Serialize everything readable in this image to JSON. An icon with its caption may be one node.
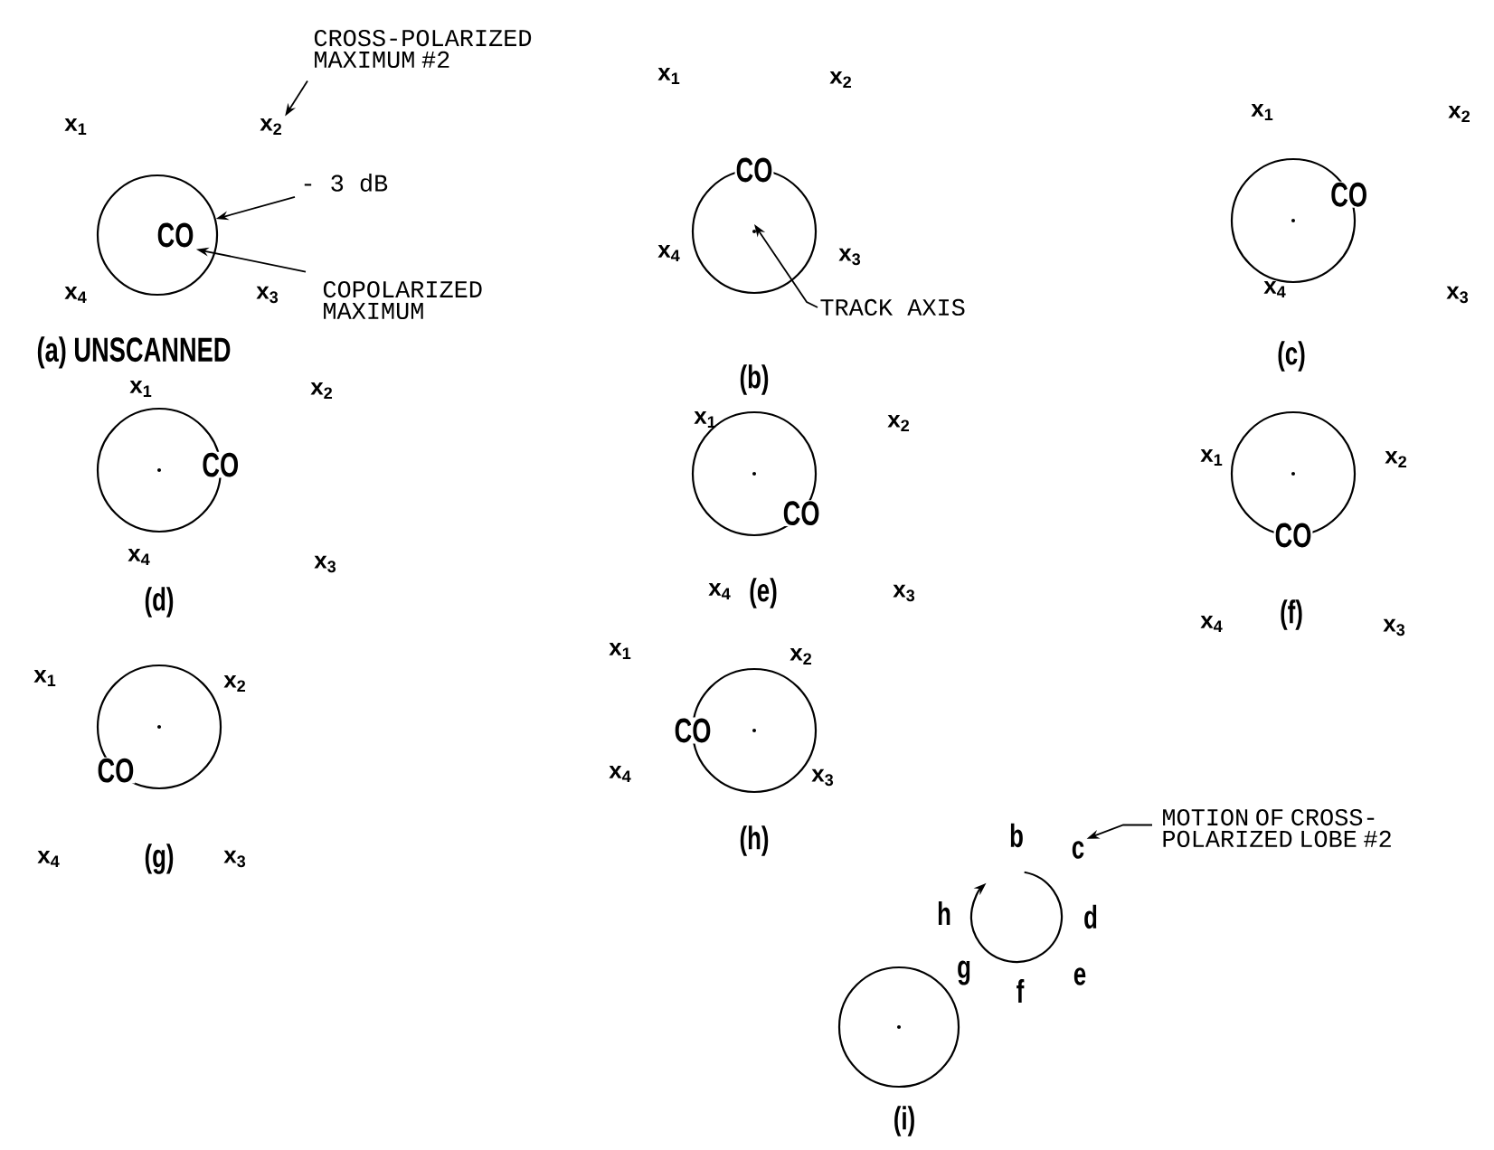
{
  "diagram": {
    "nodes": [
      {
        "text": [],
        "shape": "circle",
        "beside": [
          "x$_{1}$",
          "x$_{4}$",
          "x$_{3}$",
          "(a) UNSCANNED"
        ]
      },
      {
        "text": [
          "CO"
        ],
        "in": 0
      },
      {
        "text": [
          "CROSS-POLARIZED MAXIMUM #2"
        ]
      },
      {
        "text": [
          "x$_{2}$"
        ]
      },
      {
        "text": [
          "- 3 dB"
        ]
      },
      {
        "text": [
          "COPOLARIZED MAXIMUM"
        ]
      },
      {
        "text": [
          "CO"
        ],
        "beside": [
          "x$_{1}$",
          "x$_{2}$",
          "x$_{4}$",
          "x$_{3}$"
        ]
      },
      {
        "text": [
          "TRACK AXIS"
        ]
      },
      {
        "text": [
          "CO"
        ],
        "beside": [
          "x$_{1}$",
          "x$_{4}$",
          "x$_{3}$",
          "(c)"
        ]
      },
      {
        "text": [
          "CO"
        ],
        "beside": [
          "x$_{1}$",
          "x$_{2}$",
          "x$_{4}$",
          "(d)"
        ]
      },
      {
        "text": [
          "CO"
        ],
        "beside": [
          "x$_{1}$",
          "x$_{2}$",
          "x$_{4}$",
          "(e)",
          "x$_{3}$"
        ]
      },
      {
        "text": [
          "CO"
        ],
        "beside": [
          "x$_{1}$",
          "x$_{2}$",
          "x$_{4}$",
          "(f)",
          "x$_{3}$"
        ]
      },
      {
        "text": [
          "CO"
        ],
        "beside": [
          "x$_{1}$",
          "x$_{2}$",
          "x$_{4}$",
          "(g)",
          "x$_{3}$"
        ]
      },
      {
        "text": [
          "CO"
        ],
        "beside": [
          "x$_{1}$",
          "x$_{2}$",
          "x$_{4}$",
          "x$_{3}$",
          "(h)"
        ]
      },
      {
        "text": [],
        "shape": "circle",
        "beside": [
          "(i)"
        ]
      },
      {
        "text": [
          "MOTION OF CROSS-POLARIZED LOBE #2"
        ]
      },
      {
        "text": [
          "c"
        ]
      }
    ],
    "edges": [
      {
        "from": 2,
        "to": 3,
        "arrow": "to"
      },
      {
        "from": 4,
        "to": 0,
        "arrow": "to"
      },
      {
        "from": 5,
        "to": 1,
        "arrow": "to"
      },
      {
        "from": 7,
        "to": 6,
        "arrow": "to"
      },
      {
        "from": 15,
        "to": 16,
        "arrow": "to"
      }
    ],
    "labels": [
      "x$_{2}$",
      "(b)",
      "x$_{3}$",
      "b",
      "d",
      "e",
      "f",
      "g",
      "h"
    ]
  }
}
